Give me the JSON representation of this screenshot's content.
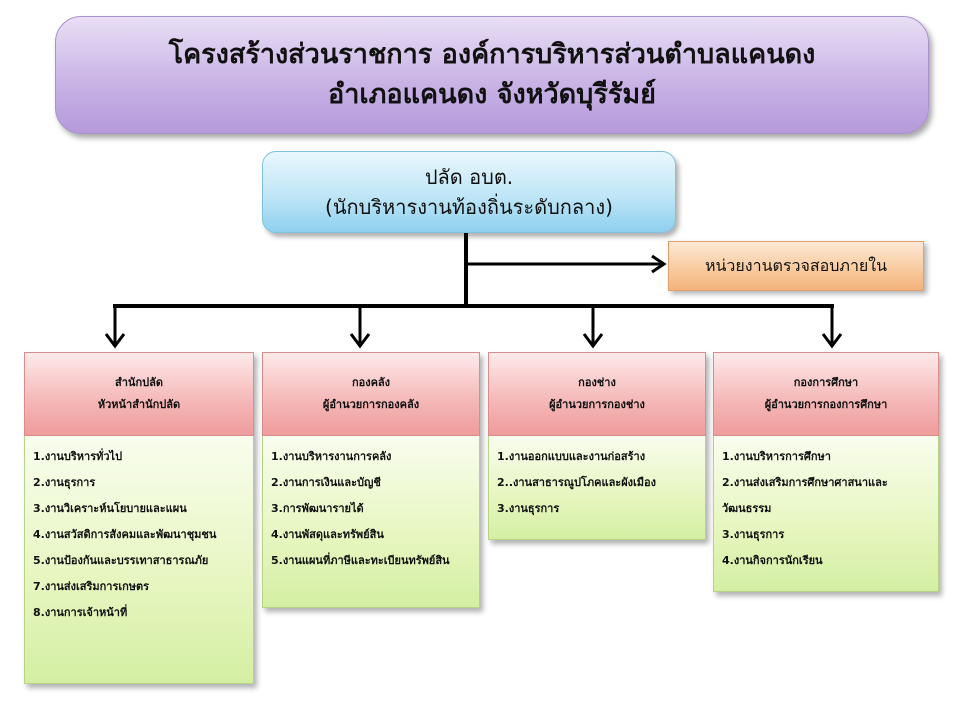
{
  "title": {
    "line1": "โครงสร้างส่วนราชการ องค์การบริหารส่วนตำบลแคนดง",
    "line2": "อำเภอแคนดง จังหวัดบุรีรัมย์"
  },
  "head": {
    "line1": "ปลัด อบต.",
    "line2": "(นักบริหารงานท้องถิ่นระดับกลาง)"
  },
  "audit": {
    "label": "หน่วยงานตรวจสอบภายใน"
  },
  "departments": [
    {
      "name": "สำนักปลัด",
      "leader": "หัวหน้าสำนักปลัด",
      "items": [
        "1.งานบริหารทั่วไป",
        "2.งานธุรการ",
        "3.งานวิเคราะห์นโยบายและแผน",
        "4.งานสวัสดิการสังคมและพัฒนาชุมชน",
        "5.งานป้องกันและบรรเทาสาธารณภัย",
        "7.งานส่งเสริมการเกษตร",
        "8.งานการเจ้าหน้าที่"
      ]
    },
    {
      "name": "กองคลัง",
      "leader": "ผู้อำนวยการกองคลัง",
      "items": [
        "1.งานบริหารงานการคลัง",
        "2.งานการเงินและบัญชี",
        "3.การพัฒนารายได้",
        "4.งานพัสดุและทรัพย์สิน",
        "5.งานแผนที่ภาษีและทะเบียนทรัพย์สิน"
      ]
    },
    {
      "name": "กองช่าง",
      "leader": "ผู้อำนวยการกองช่าง",
      "items": [
        "1.งานออกแบบและงานก่อสร้าง",
        "2..งานสาธารณูปโภคและผังเมือง",
        "3.งานธุรการ"
      ]
    },
    {
      "name": "กองการศึกษา",
      "leader": "ผู้อำนวยการกองการศึกษา",
      "items": [
        "1.งานบริหารการศึกษา",
        "2.งานส่งเสริมการศึกษาศาสนาและวัฒนธรรม",
        "3.งานธุรการ",
        "4.งานกิจการนักเรียน"
      ]
    }
  ]
}
